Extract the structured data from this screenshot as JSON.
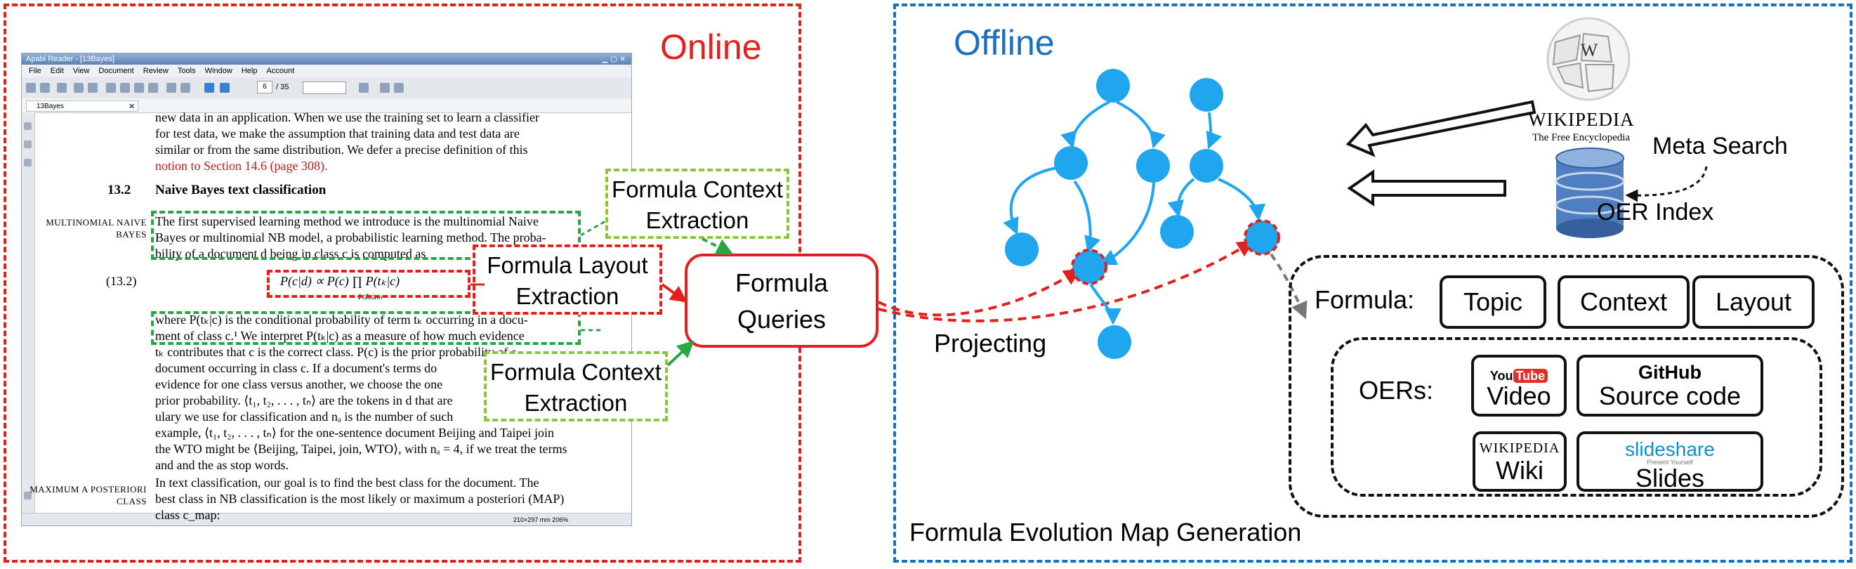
{
  "panels": {
    "online_title": "Online",
    "offline_title": "Offline"
  },
  "reader": {
    "window_title": "Apabi Reader - [13Bayes]",
    "menu": [
      "File",
      "Edit",
      "View",
      "Document",
      "Review",
      "Tools",
      "Window",
      "Help",
      "Account"
    ],
    "page_number": "6",
    "page_count": "/ 35",
    "tab_label": "13Bayes",
    "status_text": "210×297 mm     206%",
    "lines_top": [
      "new data in an application. When we use the training set to learn a classifier",
      "for test data, we make the assumption that training data and test data are",
      "similar or from the same distribution. We defer a precise definition of this",
      "notion to Section 14.6 (page 308)."
    ],
    "section_number": "13.2",
    "section_title": "Naive Bayes text classification",
    "margin_note_1": "MULTINOMIAL NAIVE BAYES",
    "para1": [
      "The first supervised learning method we introduce is the multinomial Naive",
      "Bayes or multinomial NB model, a probabilistic learning method. The proba-",
      "bility of a document d being in class c is computed as"
    ],
    "eq_number": "(13.2)",
    "equation": "P(c|d) ∝ P(c)  ∏  P(tₖ|c)",
    "equation_sub": "1≤k≤nₙ",
    "para2": [
      "where P(tₖ|c) is the conditional probability of term tₖ occurring in a docu-",
      "ment of class c.¹ We interpret P(tₖ|c) as a measure of how much evidence",
      "tₖ contributes that c is the correct class. P(c) is the prior probability of a",
      "document occurring in class c. If a document's terms do",
      "evidence for one class versus another, we choose the one",
      "prior probability. ⟨t₁, t₂, . . . , tₙ⟩ are the tokens in d that are",
      "ulary we use for classification and nₐ is the number of such",
      "example, ⟨t₁, t₂, . . . , tₙ⟩ for the one-sentence document Beijing and Taipei join",
      "the WTO might be ⟨Beijing, Taipei, join, WTO⟩, with nₐ = 4, if we treat the terms",
      "and and the as stop words."
    ],
    "para3": [
      "In text classification, our goal is to find the best class for the document. The",
      "best class in NB classification is the most likely or maximum a posteriori (MAP)",
      "class c_map:"
    ],
    "margin_note_2": "MAXIMUM A POSTERIORI CLASS"
  },
  "annotations": {
    "context_1": "Formula Context Extraction",
    "layout": "Formula Layout Extraction",
    "context_2": "Formula Context Extraction",
    "queries": "Formula Queries"
  },
  "offline": {
    "projecting": "Projecting",
    "wikipedia_word": "WIKIPEDIA",
    "wikipedia_sub": "The Free Encyclopedia",
    "meta_search": "Meta Search",
    "oer_index": "OER Index",
    "formula_label": "Formula:",
    "formula_items": [
      "Topic",
      "Context",
      "Layout"
    ],
    "oers_label": "OERs:",
    "oer_items": {
      "video": "Video",
      "youtube_you": "You",
      "youtube_tube": "Tube",
      "source_code": "Source code",
      "github": "GitHub",
      "wiki": "Wiki",
      "wikipedia_small": "WIKIPEDIA",
      "slides": "Slides",
      "slideshare": "slideshare",
      "slideshare_sub": "Present Yourself"
    },
    "map_label": "Formula Evolution Map Generation"
  },
  "colors": {
    "online": "#e3201b",
    "offline": "#1a6fbf",
    "node": "#20a6ee",
    "context_green": "#28a745",
    "light_green": "#8cc63f"
  }
}
